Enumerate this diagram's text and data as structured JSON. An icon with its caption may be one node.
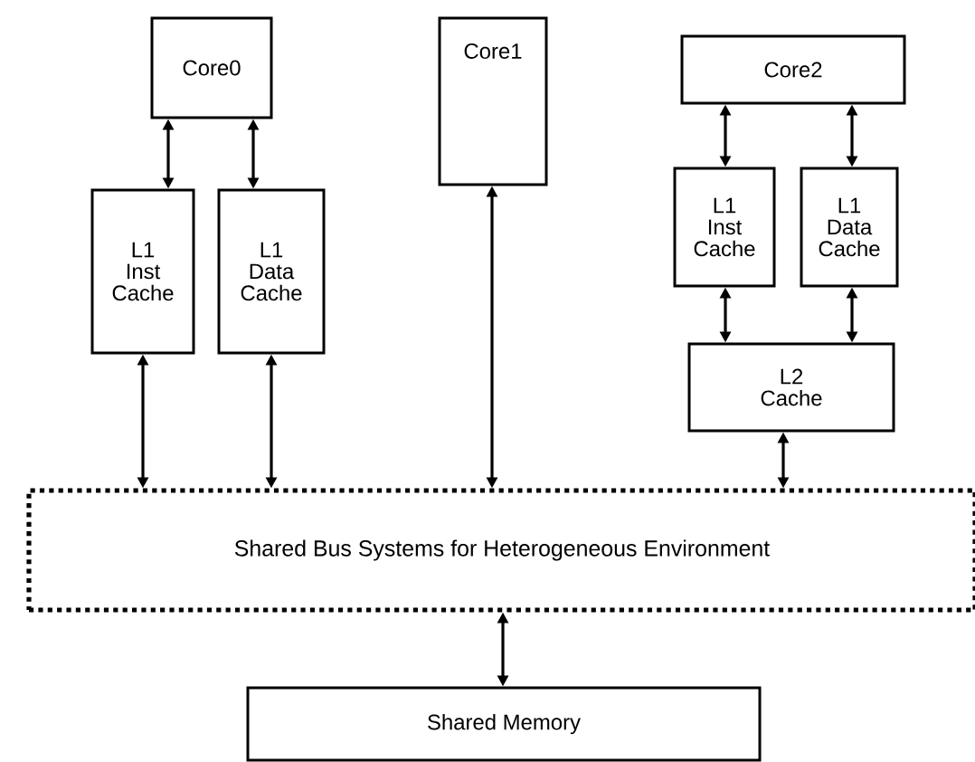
{
  "diagram": {
    "nodes": [
      {
        "text": [
          "Core0"
        ]
      },
      {
        "text": [
          "L1 Inst Cache"
        ]
      },
      {
        "text": [
          "L1 Data Cache"
        ]
      },
      {
        "text": [
          "Core1"
        ]
      },
      {
        "text": [
          "Core2"
        ]
      },
      {
        "text": [
          "L1 Inst Cache"
        ]
      },
      {
        "text": [
          "L1 Data Cache"
        ]
      },
      {
        "text": [
          "L2 Cache"
        ]
      },
      {
        "text": [
          "Shared Bus Systems for Heterogeneous Environment"
        ]
      },
      {
        "text": [
          "Shared Memory"
        ]
      }
    ],
    "edges": [
      {
        "from": 0,
        "to": 1,
        "arrow": "both"
      },
      {
        "from": 0,
        "to": 2,
        "arrow": "both"
      },
      {
        "from": 1,
        "to": 8,
        "arrow": "both"
      },
      {
        "from": 2,
        "to": 8,
        "arrow": "both"
      },
      {
        "from": 3,
        "to": 8,
        "arrow": "both"
      },
      {
        "from": 4,
        "to": 5,
        "arrow": "both"
      },
      {
        "from": 4,
        "to": 6,
        "arrow": "both"
      },
      {
        "from": 5,
        "to": 7,
        "arrow": "both"
      },
      {
        "from": 6,
        "to": 7,
        "arrow": "both"
      },
      {
        "from": 7,
        "to": 8,
        "arrow": "both"
      },
      {
        "from": 8,
        "to": 9,
        "arrow": "both"
      }
    ]
  }
}
